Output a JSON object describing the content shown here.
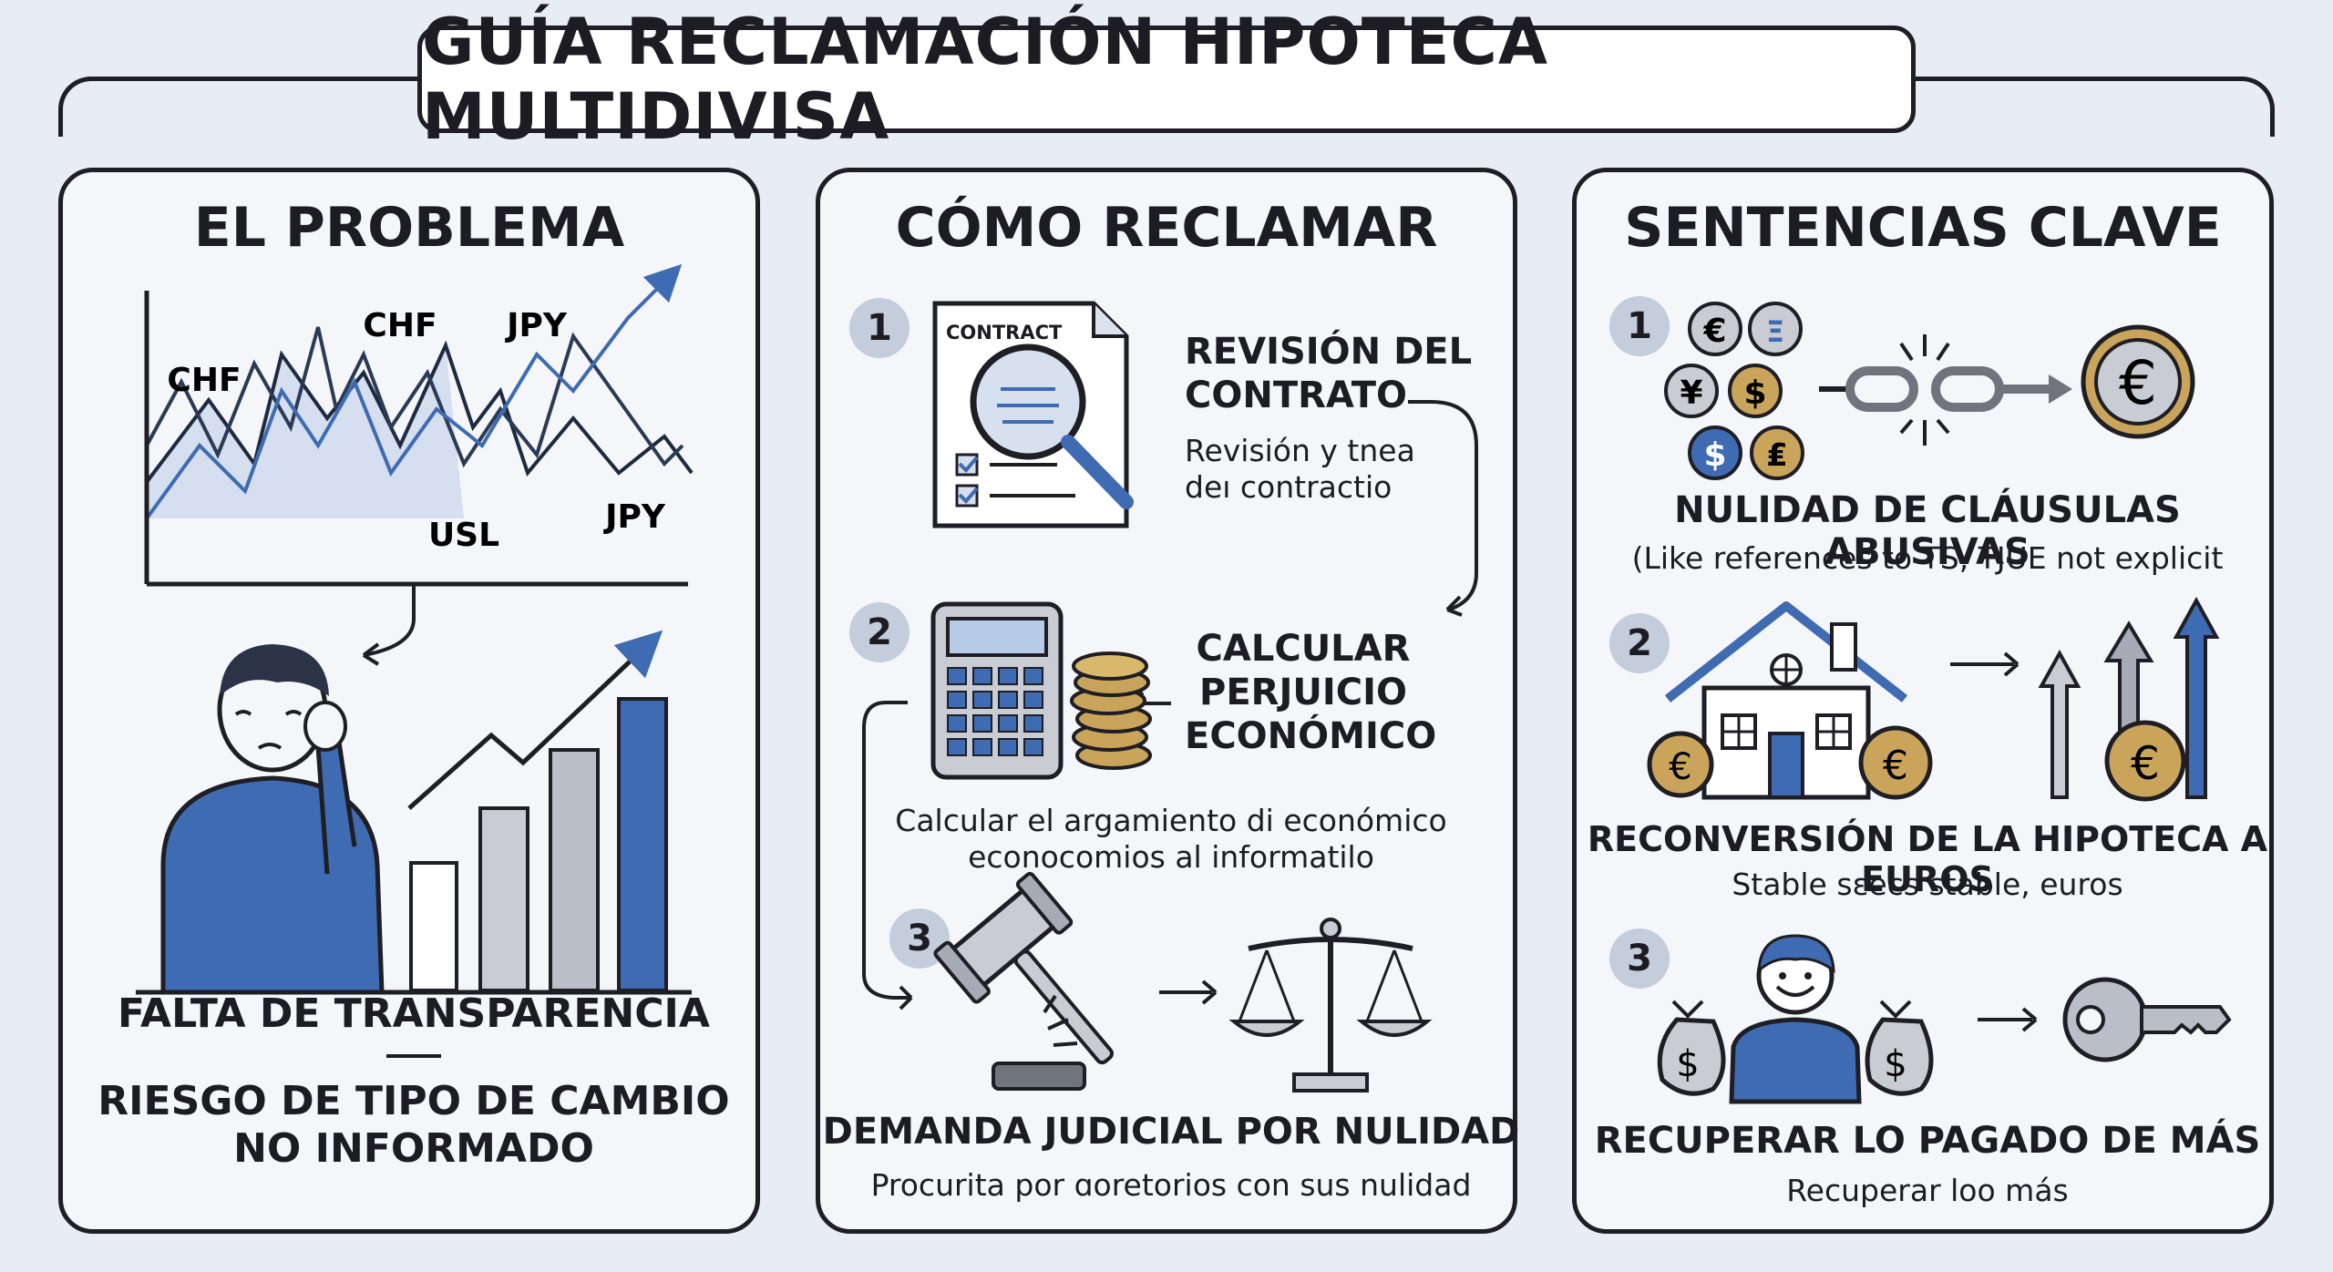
{
  "title": "GUÍA RECLAMACIÓN HIPOTECA MULTIDIVISA",
  "colors": {
    "accent_blue": "#3f6bb3",
    "gold": "#c9a45a",
    "gray": "#b9bec8",
    "ink": "#1e1e24"
  },
  "panel1": {
    "heading": "EL PROBLEMA",
    "chart_labels": [
      "CHF",
      "CHF",
      "JPY",
      "USL",
      "JPY"
    ],
    "point1": "FALTA DE TRANSPARENCIA",
    "point2_line1": "RIESGO DE TIPO DE CAMBIO",
    "point2_line2": "NO INFORMADO"
  },
  "panel2": {
    "heading": "CÓMO RECLAMAR",
    "step1": {
      "num": "1",
      "doc_label": "CONTRACT",
      "title_line1": "REVISIÓN DEL",
      "title_line2": "CONTRATO",
      "desc_line1": "Revisión y tnea",
      "desc_line2": "deı contractio"
    },
    "step2": {
      "num": "2",
      "title_line1": "CALCULAR",
      "title_line2": "PERJUICIO",
      "title_line3": "ECONÓMICO",
      "desc_line1": "Calcular el argamiento di económico",
      "desc_line2": "econocomios al informatilo"
    },
    "step3": {
      "num": "3",
      "title": "DEMANDA JUDICIAL POR NULIDAD",
      "desc": "Procurita por ɑoretorios con sus nulidad"
    }
  },
  "panel3": {
    "heading": "SENTENCIAS CLAVE",
    "item1": {
      "num": "1",
      "title": "NULIDAD DE CLÁUSULAS ABUSIVAS",
      "desc": "(Like references to TS, TJUE not explicit"
    },
    "item2": {
      "num": "2",
      "title": "RECONVERSIÓN DE LA HIPOTECA A EUROS",
      "desc": "Stable sɛecs stable, euros"
    },
    "item3": {
      "num": "3",
      "title": "RECUPERAR LO PAGADO DE MÁS",
      "desc": "Recuperar loo más"
    },
    "coin_symbols": [
      "€",
      "Ξ",
      "¥",
      "$",
      "$",
      "₤",
      "€"
    ]
  }
}
